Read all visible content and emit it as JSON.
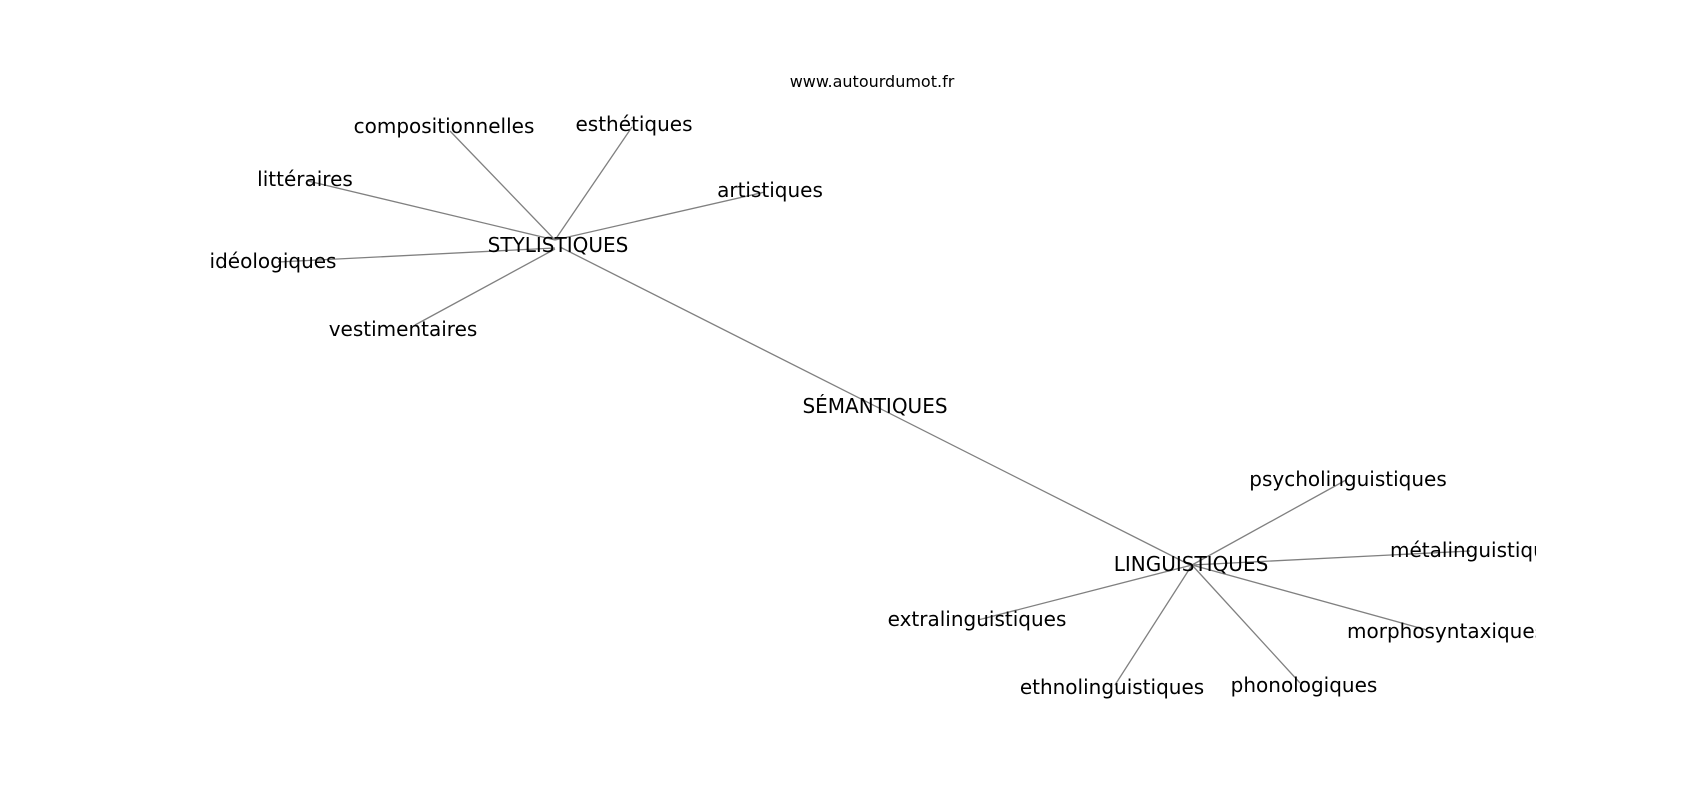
{
  "website": "www.autourdumot.fr",
  "graph": {
    "center": "SÉMANTIQUES",
    "hubs": [
      {
        "id": "stylistiques",
        "label": "STYLISTIQUES",
        "leaves": [
          "compositionnelles",
          "esthétiques",
          "littéraires",
          "artistiques",
          "idéologiques",
          "vestimentaires"
        ]
      },
      {
        "id": "linguistiques",
        "label": "LINGUISTIQUES",
        "leaves": [
          "psycholinguistiques",
          "métalinguistiques",
          "morphosyntaxiques",
          "extralinguistiques",
          "ethnolinguistiques",
          "phonologiques"
        ]
      }
    ]
  },
  "colors": {
    "edge": "#808080",
    "text": "#000000",
    "background": "#ffffff"
  }
}
